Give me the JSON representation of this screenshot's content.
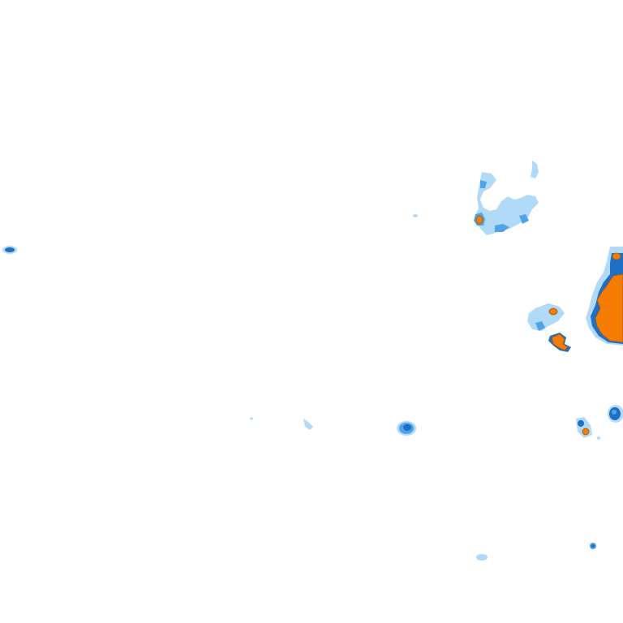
{
  "map": {
    "background": "#ffffff",
    "palette": {
      "light": "#a9d6f7",
      "medium": "#4fa3e8",
      "strong": "#1f6fc6",
      "intense": "#f47c00",
      "intense_edge": "#9a5a20"
    },
    "cells": [
      {
        "name": "echo-cell-west-edge",
        "level": "strong"
      },
      {
        "name": "echo-cell-north-cluster",
        "level": "light"
      },
      {
        "name": "echo-cell-north-core",
        "level": "intense"
      },
      {
        "name": "echo-cell-east-mass",
        "level": "intense"
      },
      {
        "name": "echo-cell-east-small-1",
        "level": "intense"
      },
      {
        "name": "echo-cell-east-small-2",
        "level": "intense"
      },
      {
        "name": "echo-cell-center-south",
        "level": "strong"
      },
      {
        "name": "echo-cell-southeast-1",
        "level": "strong"
      },
      {
        "name": "echo-cell-southeast-2",
        "level": "strong"
      },
      {
        "name": "echo-cell-south-1",
        "level": "light"
      },
      {
        "name": "echo-cell-south-2",
        "level": "strong"
      }
    ]
  }
}
